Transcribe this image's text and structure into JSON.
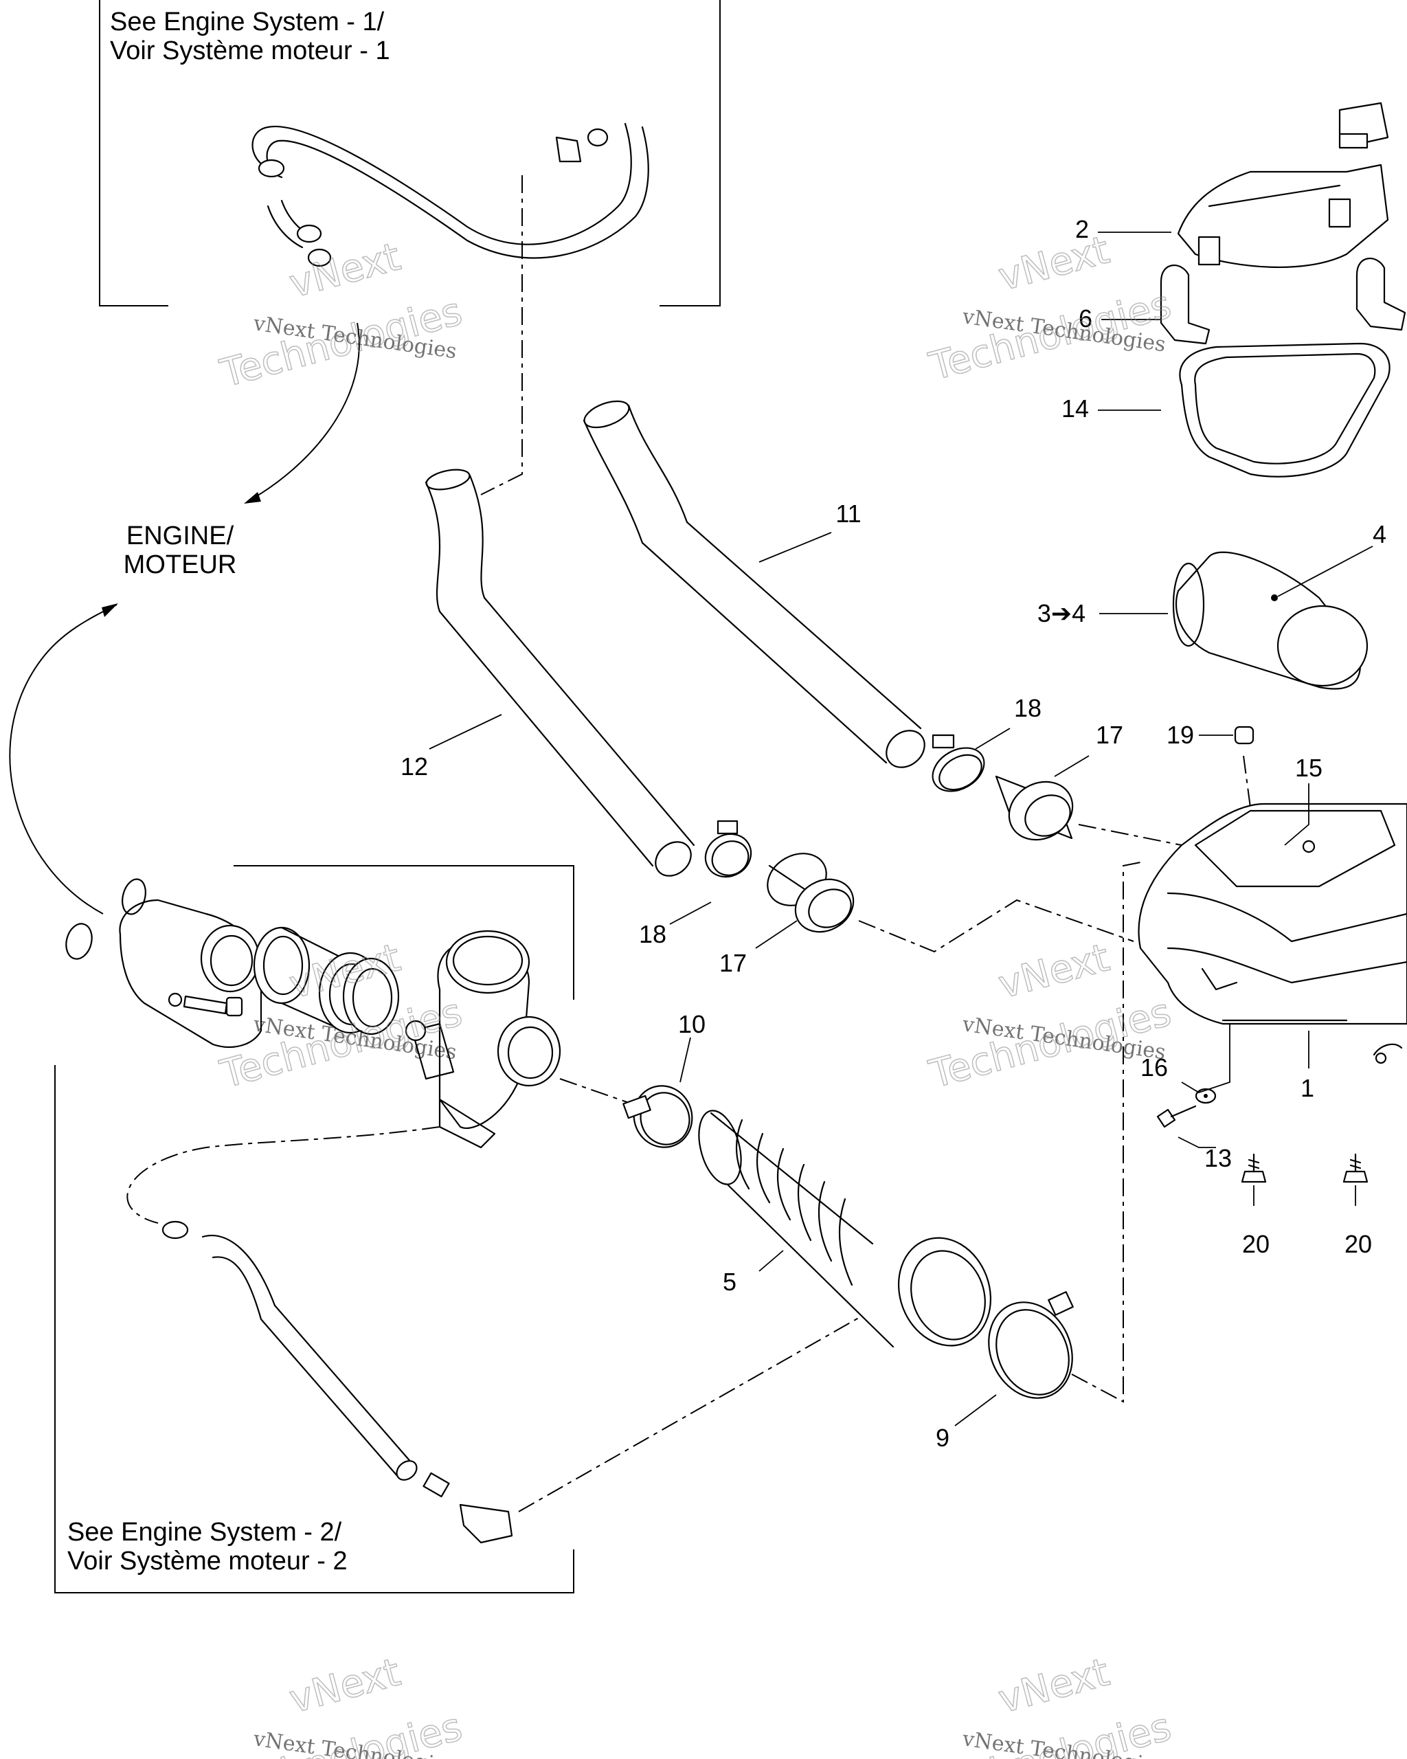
{
  "notes": {
    "see_engine_1_line1": "See Engine System - 1/",
    "see_engine_1_line2": "Voir Système moteur - 1",
    "engine_line1": "ENGINE/",
    "engine_line2": "MOTEUR",
    "see_engine_2_line1": "See Engine System - 2/",
    "see_engine_2_line2": "Voir Système moteur - 2"
  },
  "callouts": {
    "c2": "2",
    "c6": "6",
    "c14": "14",
    "c4": "4",
    "c3to4": "3➔4",
    "c11": "11",
    "c12": "12",
    "c18a": "18",
    "c17a": "17",
    "c19": "19",
    "c15": "15",
    "c18b": "18",
    "c17b": "17",
    "c10": "10",
    "c16": "16",
    "c1": "1",
    "c13": "13",
    "c20a": "20",
    "c20b": "20",
    "c5": "5",
    "c9": "9"
  },
  "watermark": {
    "line_small": "vNext Technologies",
    "line_big_1": "vNext",
    "line_big_2": "Technologies"
  }
}
